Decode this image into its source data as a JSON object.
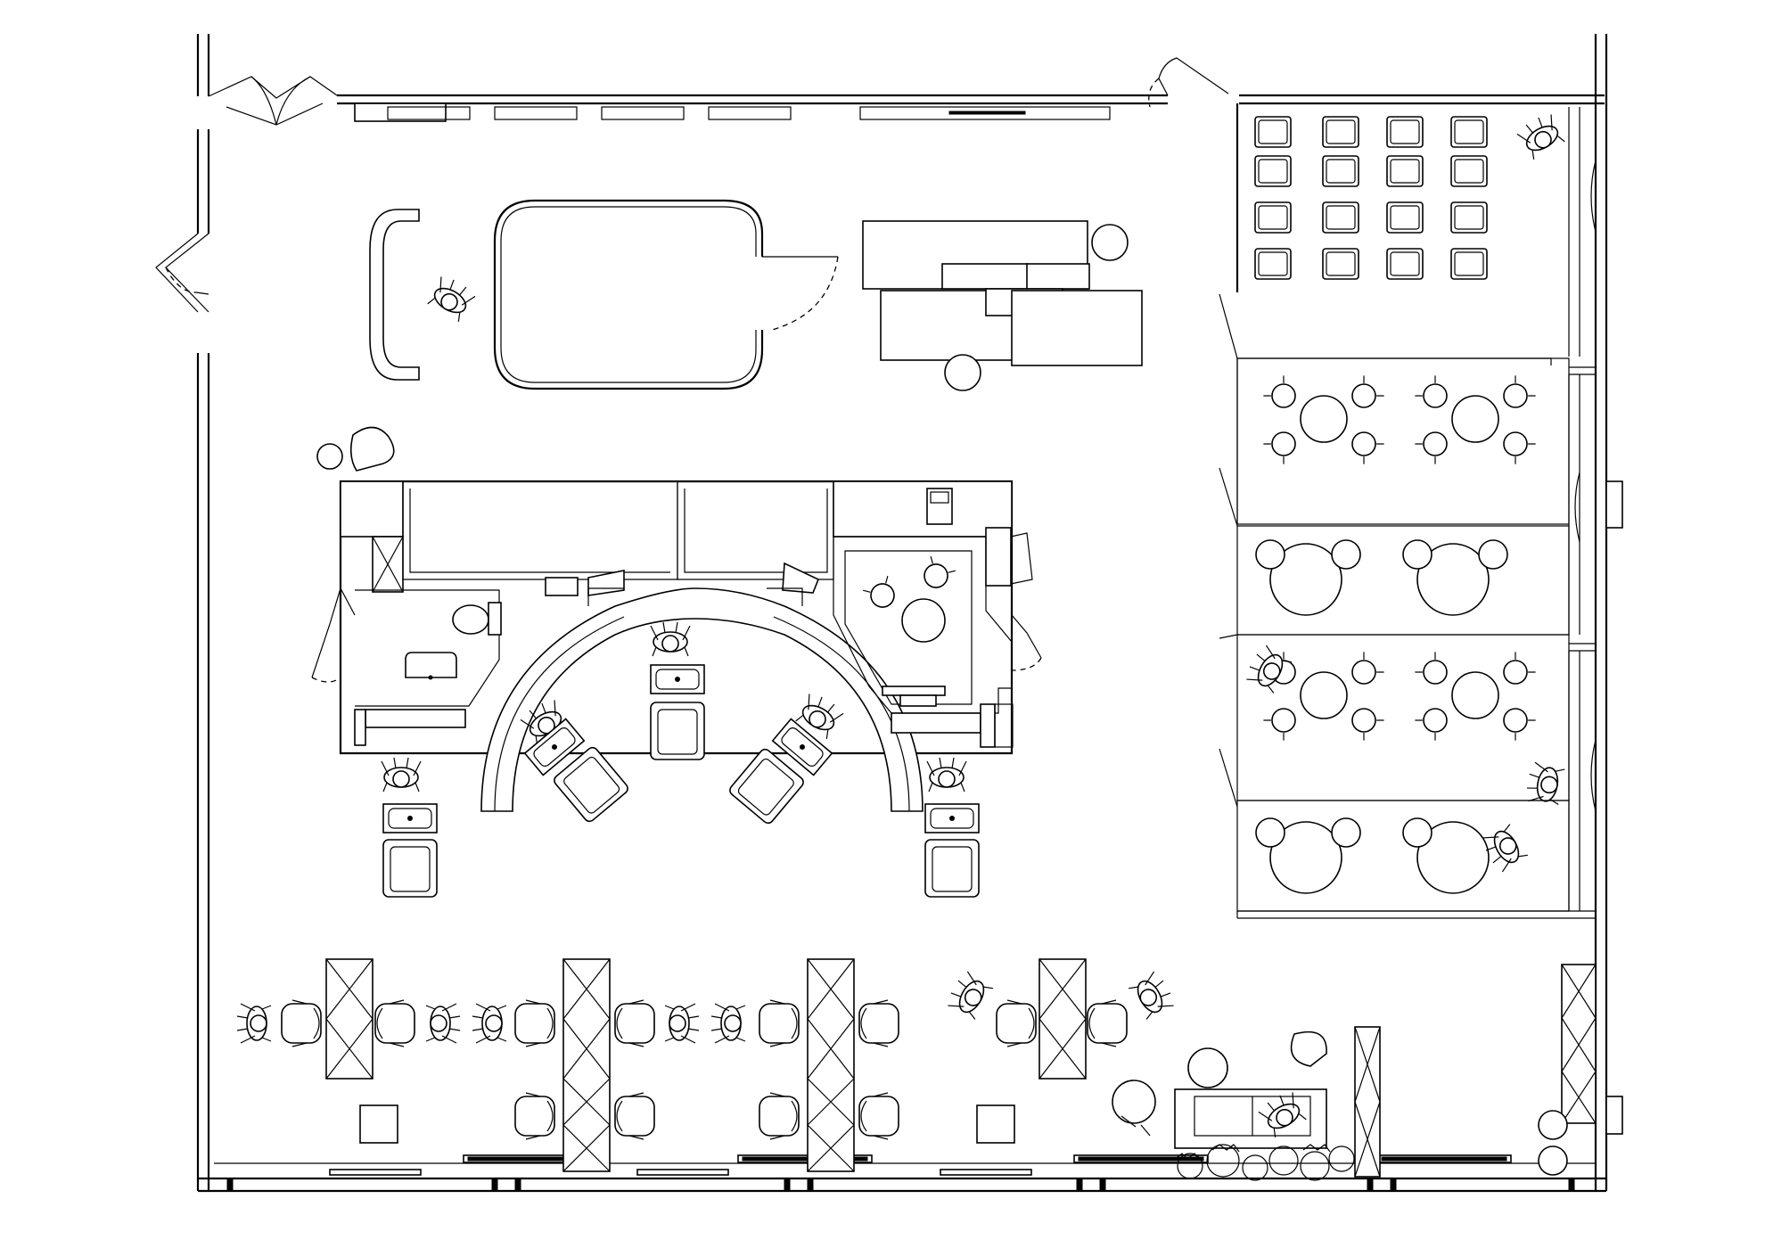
{
  "drawing": {
    "kind": "architectural floor plan",
    "labels": []
  },
  "elements": {
    "stations_row_main": [
      {
        "station": 1,
        "people": 2,
        "chairs": 2
      },
      {
        "station": 2,
        "people": 3,
        "chairs": 4
      },
      {
        "station": 3,
        "people": 1,
        "chairs": 4
      },
      {
        "station": 4,
        "people": 2,
        "chairs": 2
      }
    ],
    "lounge_chair_grid": {
      "rows": 4,
      "cols": 4
    },
    "dining_rooms": 4,
    "sofa_count": 1
  }
}
